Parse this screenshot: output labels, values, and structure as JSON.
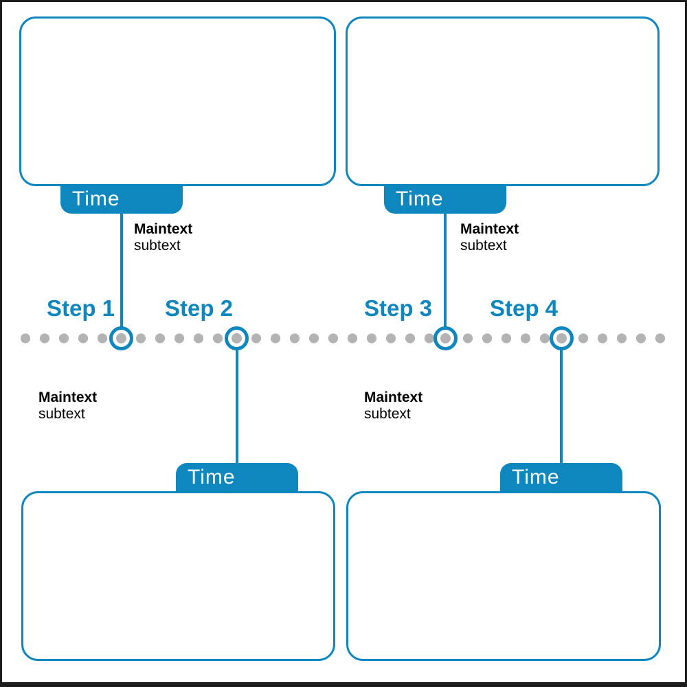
{
  "colors": {
    "accent": "#0e86be",
    "dot": "#b3b3b3",
    "frame": "#1c1c1c"
  },
  "timeline": {
    "steps": [
      {
        "label": "Step 1"
      },
      {
        "label": "Step 2"
      },
      {
        "label": "Step 3"
      },
      {
        "label": "Step 4"
      }
    ],
    "tabs": [
      {
        "label": "Time"
      },
      {
        "label": "Time"
      },
      {
        "label": "Time"
      },
      {
        "label": "Time"
      }
    ],
    "annotations": [
      {
        "main": "Maintext",
        "sub": "subtext"
      },
      {
        "main": "Maintext",
        "sub": "subtext"
      },
      {
        "main": "Maintext",
        "sub": "subtext"
      },
      {
        "main": "Maintext",
        "sub": "subtext"
      }
    ]
  }
}
